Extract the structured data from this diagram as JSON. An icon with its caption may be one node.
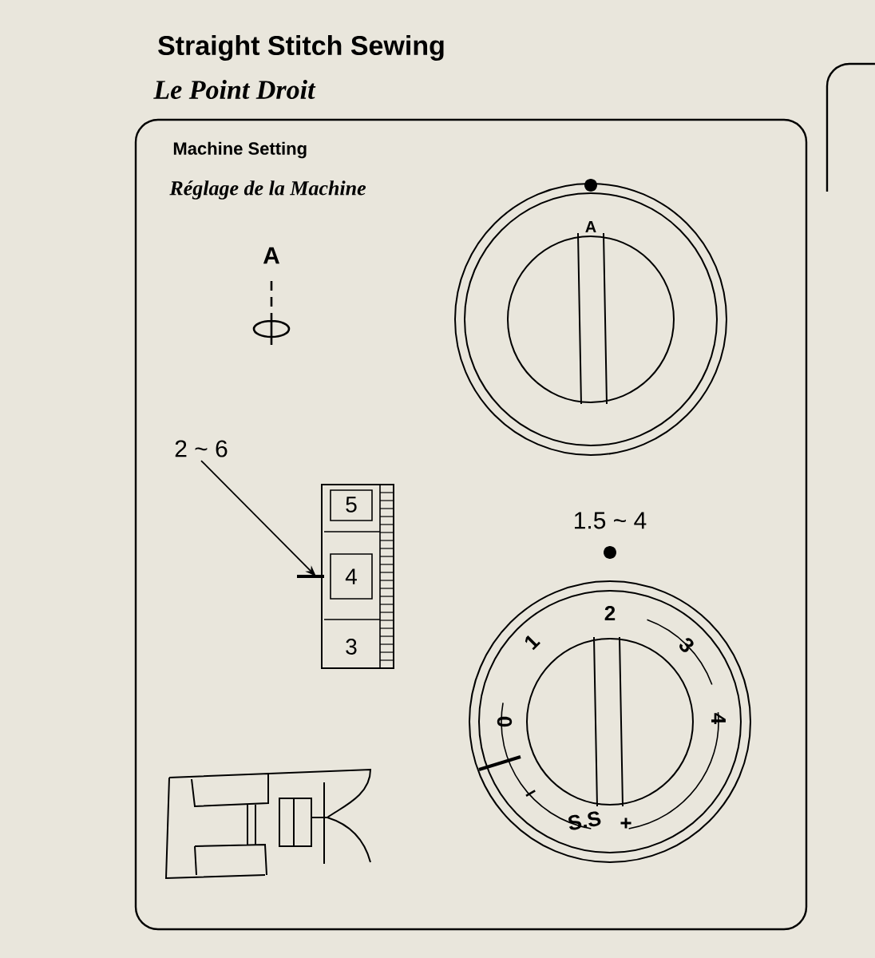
{
  "diagram": {
    "title": "Straight Stitch Sewing",
    "nodes": [
      {
        "text": [
          "2 ~ 6"
        ]
      },
      {
        "text": [
          "5",
          "4",
          "3"
        ]
      }
    ],
    "edges": [
      {
        "from": 0,
        "to": 1,
        "arrow": "to"
      }
    ],
    "labels": [
      "Le Point Droit",
      "Machine Setting",
      "Réglage de la Machine",
      "A",
      "A",
      "1.5 ~ 4",
      "2",
      "3",
      "4",
      "1",
      "0",
      "–",
      "S.S",
      "+"
    ]
  }
}
